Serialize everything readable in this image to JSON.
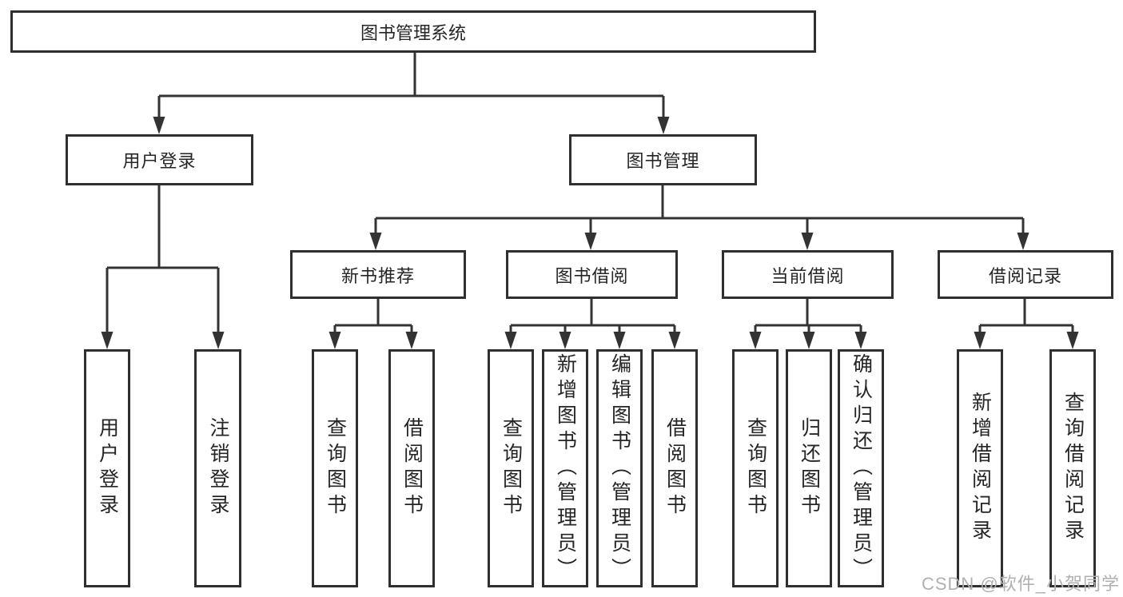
{
  "tree": {
    "label": "图书管理系统",
    "children": [
      {
        "label": "用户登录",
        "children": [
          {
            "label": "用户登录"
          },
          {
            "label": "注销登录"
          }
        ]
      },
      {
        "label": "图书管理",
        "children": [
          {
            "label": "新书推荐",
            "children": [
              {
                "label": "查询图书"
              },
              {
                "label": "借阅图书"
              }
            ]
          },
          {
            "label": "图书借阅",
            "children": [
              {
                "label": "查询图书"
              },
              {
                "label": "新增图书（管理员）"
              },
              {
                "label": "编辑图书（管理员）"
              },
              {
                "label": "借阅图书"
              }
            ]
          },
          {
            "label": "当前借阅",
            "children": [
              {
                "label": "查询图书"
              },
              {
                "label": "归还图书"
              },
              {
                "label": "确认归还（管理员）"
              }
            ]
          },
          {
            "label": "借阅记录",
            "children": [
              {
                "label": "新增借阅记录"
              },
              {
                "label": "查询借阅记录"
              }
            ]
          }
        ]
      }
    ]
  },
  "watermark": "CSDN @软件_小贺同学",
  "colors": {
    "line": "#333333",
    "border": "#2f2f2f",
    "text": "#252525",
    "watermark": "#b0b0b0",
    "background": "#ffffff"
  }
}
